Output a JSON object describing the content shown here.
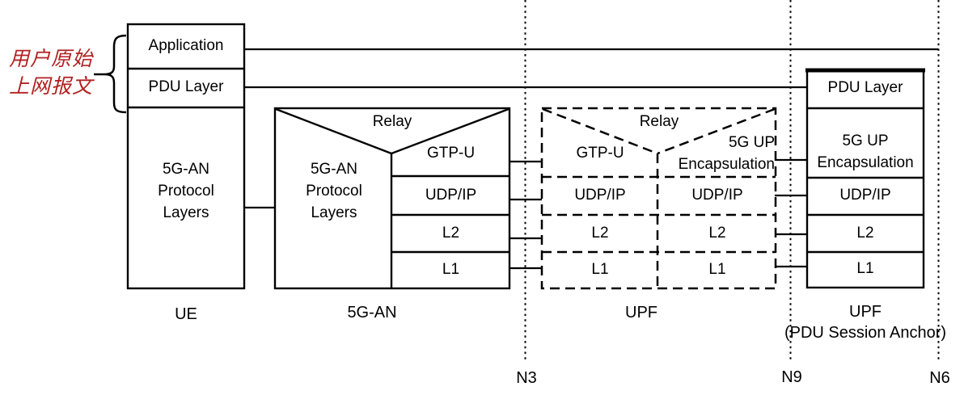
{
  "annotation": {
    "text": "用户原始\n上网报文",
    "color": "#b22222"
  },
  "ue": {
    "application": "Application",
    "pdu_layer": "PDU Layer",
    "body": "5G-AN\nProtocol\nLayers",
    "label": "UE"
  },
  "gnb": {
    "relay": "Relay",
    "body": "5G-AN\nProtocol\nLayers",
    "gtpu": "GTP-U",
    "udp_ip": "UDP/IP",
    "l2": "L2",
    "l1": "L1",
    "label": "5G-AN"
  },
  "upf_i": {
    "relay": "Relay",
    "gtpu": "GTP-U",
    "encap": "5G UP\nEncapsulation",
    "left_udp_ip": "UDP/IP",
    "left_l2": "L2",
    "left_l1": "L1",
    "right_udp_ip": "UDP/IP",
    "right_l2": "L2",
    "right_l1": "L1",
    "label": "UPF"
  },
  "upf_a": {
    "pdu_layer": "PDU Layer",
    "encap": "5G UP\nEncapsulation",
    "udp_ip": "UDP/IP",
    "l2": "L2",
    "l1": "L1",
    "label": "UPF\n(PDU Session Anchor)"
  },
  "interfaces": {
    "n3": "N3",
    "n9": "N9",
    "n6": "N6"
  },
  "colors": {
    "line": "#000000",
    "background": "#ffffff"
  }
}
